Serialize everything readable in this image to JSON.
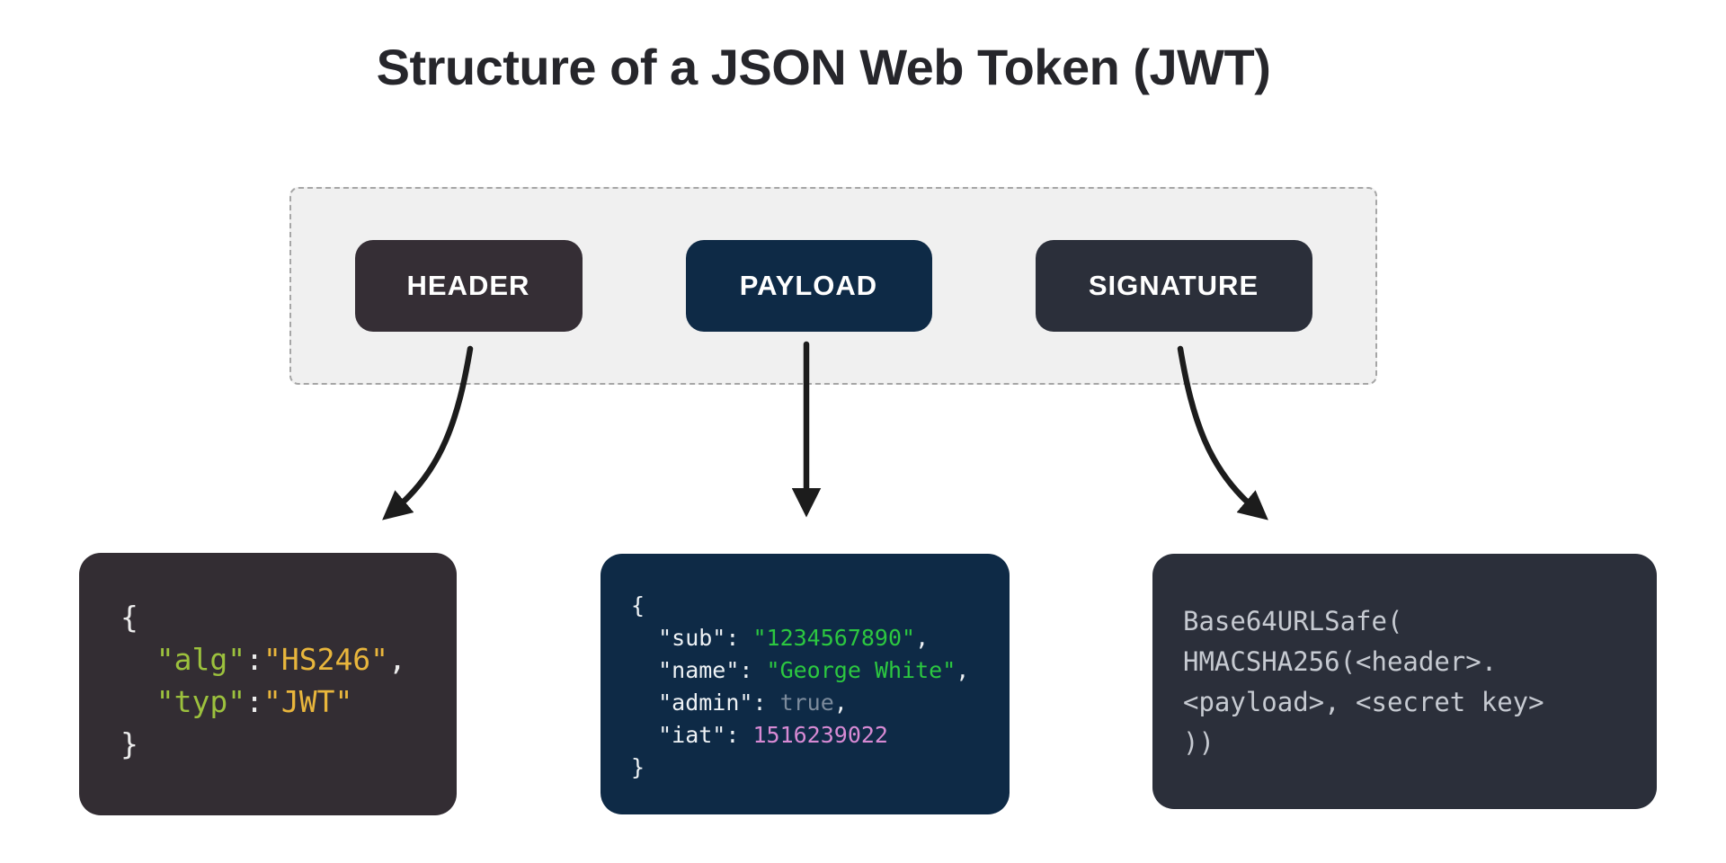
{
  "title": "Structure of a JSON Web Token (JWT)",
  "colors": {
    "page_bg": "#ffffff",
    "title_text": "#26262b",
    "container_bg": "#f0f0f0",
    "container_border": "#a6a6a6",
    "part_header_bg": "#352e35",
    "part_payload_bg": "#0e2a46",
    "part_signature_bg": "#2b2f3a",
    "button_text": "#ffffff",
    "arrow": "#1c1c1c",
    "code1_bg": "#332d33",
    "code1_punct": "#ececec",
    "code1_key": "#9cc13d",
    "code1_value": "#e9b63c",
    "code2_bg": "#0e2a46",
    "code2_key": "#eef2f5",
    "code2_string": "#2cc840",
    "code2_boolean": "#7c8b9c",
    "code2_number": "#d78ad4",
    "code3_bg": "#2b2f3a",
    "code3_text": "#c6cad1"
  },
  "parts": [
    {
      "id": "header",
      "label": "HEADER"
    },
    {
      "id": "payload",
      "label": "PAYLOAD"
    },
    {
      "id": "signature",
      "label": "SIGNATURE"
    }
  ],
  "connections": [
    {
      "from": "HEADER",
      "to": "header-code-block",
      "shape": "curved-down-left-arrow"
    },
    {
      "from": "PAYLOAD",
      "to": "payload-code-block",
      "shape": "straight-down-arrow"
    },
    {
      "from": "SIGNATURE",
      "to": "signature-code-block",
      "shape": "curved-down-right-arrow"
    }
  ],
  "header_code": {
    "lines": [
      [
        {
          "t": "{",
          "c": "punct1"
        }
      ],
      [
        {
          "t": "  ",
          "c": "punct1"
        },
        {
          "t": "\"alg\"",
          "c": "key1"
        },
        {
          "t": ":",
          "c": "punct1"
        },
        {
          "t": "\"HS246\"",
          "c": "val1"
        },
        {
          "t": ",",
          "c": "punct1"
        }
      ],
      [
        {
          "t": "  ",
          "c": "punct1"
        },
        {
          "t": "\"typ\"",
          "c": "key1"
        },
        {
          "t": ":",
          "c": "punct1"
        },
        {
          "t": "\"JWT\"",
          "c": "val1"
        }
      ],
      [
        {
          "t": "}",
          "c": "punct1"
        }
      ]
    ]
  },
  "payload_code": {
    "lines": [
      [
        {
          "t": "{",
          "c": "key2"
        }
      ],
      [
        {
          "t": "  \"sub\"",
          "c": "key2"
        },
        {
          "t": ": ",
          "c": "key2"
        },
        {
          "t": "\"1234567890\"",
          "c": "str2"
        },
        {
          "t": ",",
          "c": "key2"
        }
      ],
      [
        {
          "t": "  \"name\"",
          "c": "key2"
        },
        {
          "t": ": ",
          "c": "key2"
        },
        {
          "t": "\"George White\"",
          "c": "str2"
        },
        {
          "t": ",",
          "c": "key2"
        }
      ],
      [
        {
          "t": "  \"admin\"",
          "c": "key2"
        },
        {
          "t": ": ",
          "c": "key2"
        },
        {
          "t": "true",
          "c": "bool2"
        },
        {
          "t": ",",
          "c": "key2"
        }
      ],
      [
        {
          "t": "  \"iat\"",
          "c": "key2"
        },
        {
          "t": ": ",
          "c": "key2"
        },
        {
          "t": "1516239022",
          "c": "num2"
        }
      ],
      [
        {
          "t": "}",
          "c": "key2"
        }
      ]
    ]
  },
  "signature_code": {
    "lines": [
      [
        {
          "t": "Base64URLSafe(",
          "c": "text3"
        }
      ],
      [
        {
          "t": "HMACSHA256(<header>.",
          "c": "text3"
        }
      ],
      [
        {
          "t": "<payload>, <secret key>",
          "c": "text3"
        }
      ],
      [
        {
          "t": "))",
          "c": "text3"
        }
      ]
    ]
  }
}
